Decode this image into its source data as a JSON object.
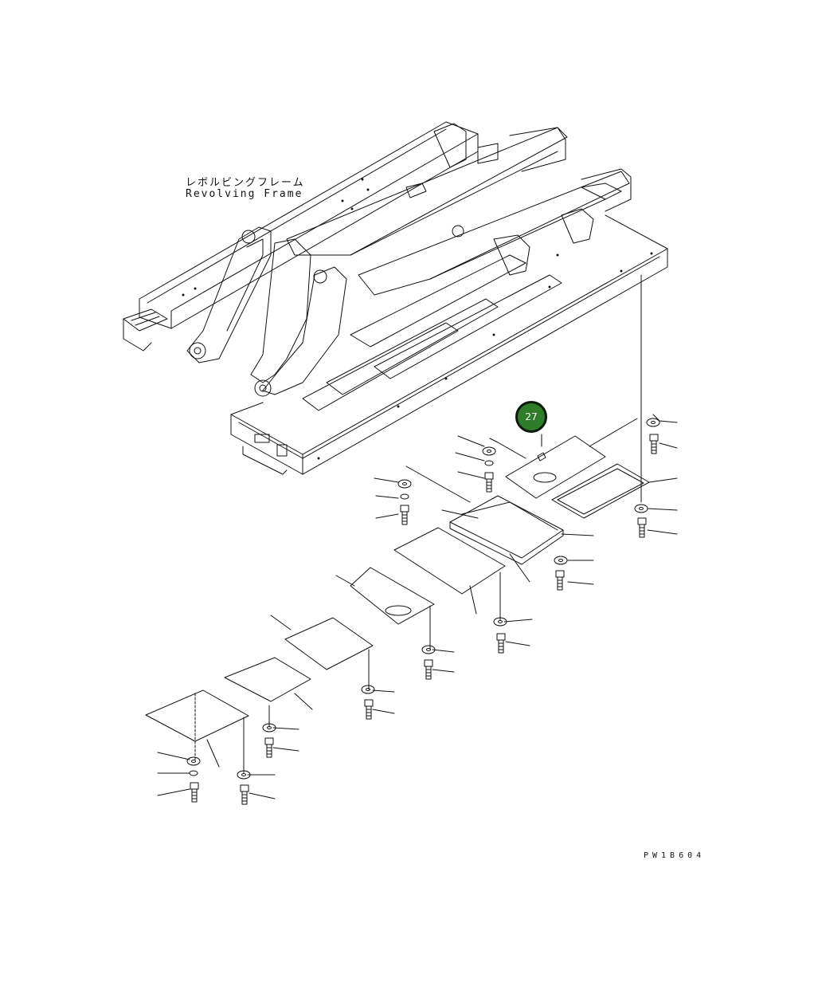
{
  "diagram": {
    "label_jp": "レボルビングフレーム",
    "label_en": "Revolving Frame",
    "drawing_code": "PW1B604",
    "callout": {
      "number": "27",
      "color": "#2f7d2b",
      "border": "#0b1a0b"
    },
    "line_color": "#111111"
  }
}
